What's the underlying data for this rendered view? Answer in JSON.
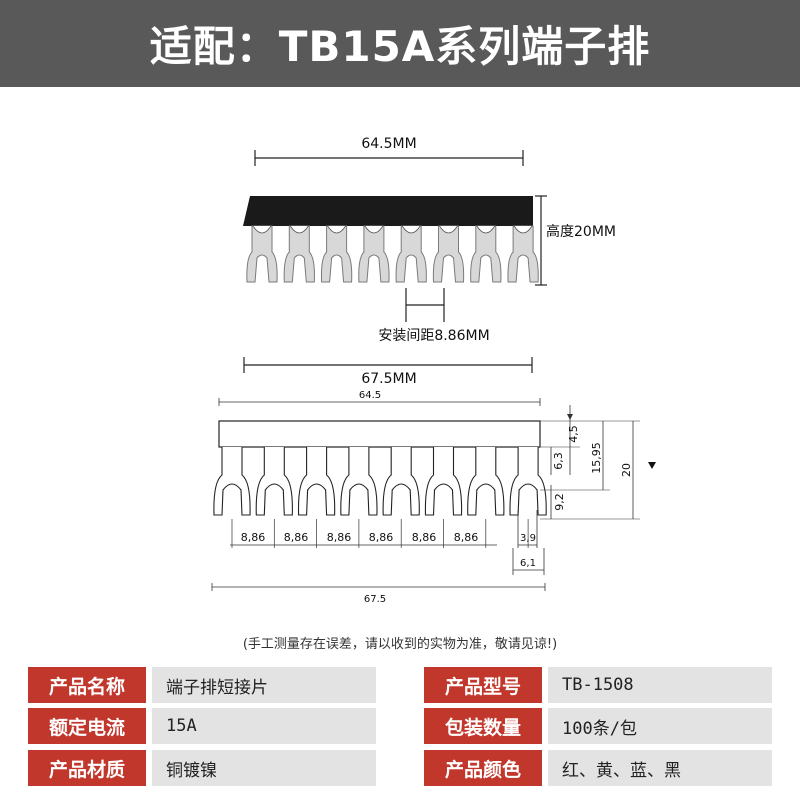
{
  "header": {
    "title": "适配：TB15A系列端子排"
  },
  "photo_dims": {
    "width_top": "64.5MM",
    "height": "高度20MM",
    "pitch": "安装间距8.86MM"
  },
  "drawing_dims": {
    "overall_top": "67.5MM",
    "inner_top": "64.5",
    "pitches": [
      "8,86",
      "8,86",
      "8,86",
      "8,86",
      "8,86",
      "8,86"
    ],
    "slot_width": "3,9",
    "fork_width": "6,1",
    "overall_bottom": "67.5",
    "v_4_5": "4,5",
    "v_6_3": "6,3",
    "v_15_95": "15,95",
    "v_20": "20",
    "v_9_2": "9,2"
  },
  "note": "(手工测量存在误差，请以收到的实物为准，敬请见谅!)",
  "specs": [
    {
      "label": "产品名称",
      "value": "端子排短接片"
    },
    {
      "label": "产品型号",
      "value": "TB-1508"
    },
    {
      "label": "额定电流",
      "value": "15A"
    },
    {
      "label": "包装数量",
      "value": "100条/包"
    },
    {
      "label": "产品材质",
      "value": "铜镀镍"
    },
    {
      "label": "产品颜色",
      "value": "红、黄、蓝、黑"
    }
  ],
  "colors": {
    "header_bg": "#595959",
    "label_bg": "#c2372c",
    "value_bg": "#e3e3e3"
  }
}
